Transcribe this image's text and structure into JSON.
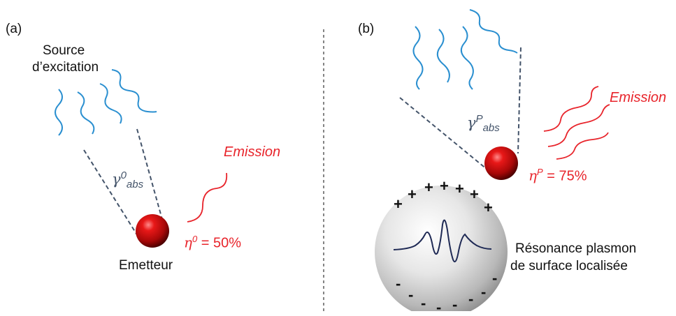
{
  "panel_a": {
    "label": "(a)",
    "source_label_line1": "Source",
    "source_label_line2": "d’excitation",
    "gamma_symbol": "γ",
    "gamma_superscript": "0",
    "gamma_subscript": "abs",
    "emission_label": "Emission",
    "emitter_label": "Emetteur",
    "efficiency_symbol": "η",
    "efficiency_superscript": "0",
    "efficiency_value": " = 50%"
  },
  "panel_b": {
    "label": "(b)",
    "gamma_symbol": "γ",
    "gamma_superscript": "P",
    "gamma_subscript": "abs",
    "emission_label": "Emission",
    "efficiency_symbol": "η",
    "efficiency_superscript": "P",
    "efficiency_value": " = 75%",
    "charge_plus": "+",
    "charge_minus": "-",
    "plasmon_label_line1": "Résonance plasmon",
    "plasmon_label_line2": "de surface localisée"
  },
  "colors": {
    "wave_blue": "#2a8fd0",
    "emission_red": "#e8242b",
    "dashed_gray": "#44546a",
    "sphere_red": "#d01010",
    "plasmon_wave": "#1f2a55"
  }
}
